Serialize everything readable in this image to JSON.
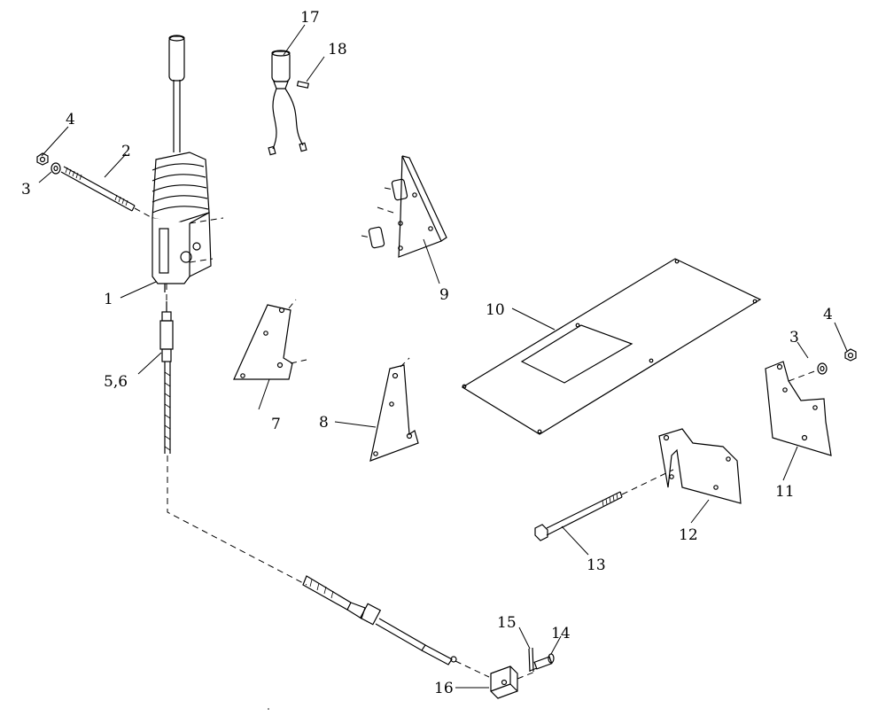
{
  "diagram": {
    "callouts": {
      "c1": "1",
      "c2": "2",
      "c3_left": "3",
      "c3_right": "3",
      "c4_left": "4",
      "c4_right": "4",
      "c56": "5,6",
      "c7": "7",
      "c8": "8",
      "c9": "9",
      "c10": "10",
      "c11": "11",
      "c12": "12",
      "c13": "13",
      "c14": "14",
      "c15": "15",
      "c16": "16",
      "c17": "17",
      "c18": "18"
    }
  }
}
